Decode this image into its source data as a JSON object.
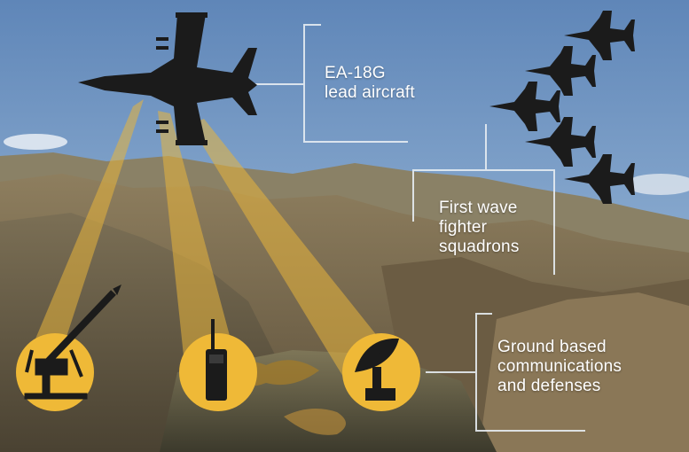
{
  "labels": {
    "lead": [
      "EA-18G",
      "lead aircraft"
    ],
    "fighters": [
      "First wave",
      "fighter",
      "squadrons"
    ],
    "ground": [
      "Ground based",
      "communications",
      "and defenses"
    ]
  },
  "icons": {
    "lead_aircraft": "jet-aircraft-icon",
    "fighter": "fighter-jet-icon",
    "ground_1": "missile-launcher-icon",
    "ground_2": "radio-handset-icon",
    "ground_3": "satellite-dish-icon"
  },
  "colors": {
    "sky": "#7b9cc6",
    "beam": "#e8b43c",
    "icon_circle": "#efb937",
    "silhouette": "#1b1b1b",
    "callout_line": "#e6ecf2",
    "text": "#ffffff"
  }
}
